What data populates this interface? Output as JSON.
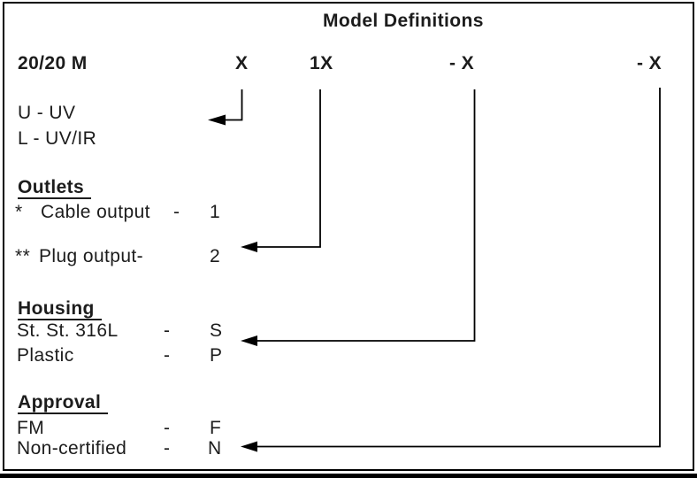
{
  "title": "Model Definitions",
  "colors": {
    "background": "#ffffff",
    "text": "#1c1c1c",
    "line": "#000000",
    "border": "#000000"
  },
  "model_code": {
    "prefix": "20/20 M",
    "positions": [
      {
        "code": "X",
        "connects_to": "detector type (U/L)"
      },
      {
        "code": "1X",
        "connects_to": "Outlets"
      },
      {
        "code": "- X",
        "connects_to": "Housing"
      },
      {
        "code": "- X",
        "connects_to": "Approval"
      }
    ]
  },
  "sections": [
    {
      "heading": "",
      "rows": [
        {
          "marker": "",
          "text": "U - UV",
          "dash": "",
          "value": ""
        },
        {
          "marker": "",
          "text": "L - UV/IR",
          "dash": "",
          "value": ""
        }
      ]
    },
    {
      "heading": "Outlets",
      "rows": [
        {
          "marker": "*",
          "text": "Cable output",
          "dash": "-",
          "value": "1"
        },
        {
          "marker": "**",
          "text": "Plug output-",
          "dash": "",
          "value": "2"
        }
      ]
    },
    {
      "heading": "Housing",
      "rows": [
        {
          "marker": "",
          "text": "St. St. 316L",
          "dash": "-",
          "value": "S"
        },
        {
          "marker": "",
          "text": "Plastic",
          "dash": "-",
          "value": "P"
        }
      ]
    },
    {
      "heading": "Approval",
      "rows": [
        {
          "marker": "",
          "text": "FM",
          "dash": "-",
          "value": "F"
        },
        {
          "marker": "",
          "text": "Non-certified",
          "dash": "-",
          "value": "N"
        }
      ]
    }
  ]
}
